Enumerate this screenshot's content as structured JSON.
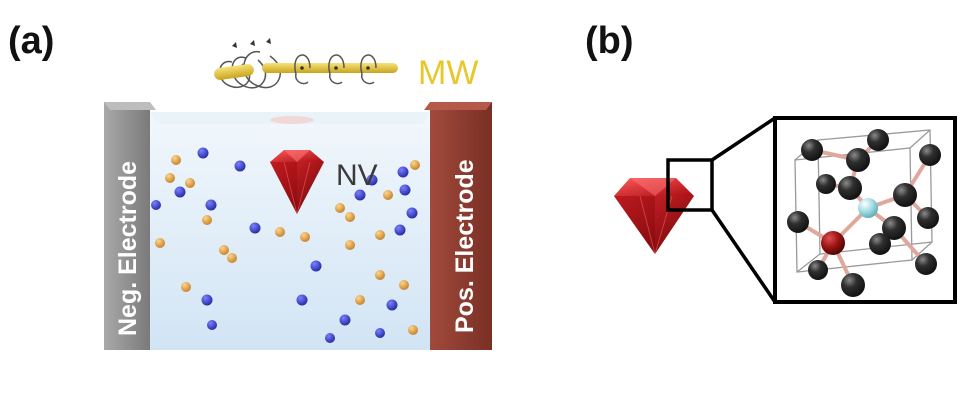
{
  "figure": {
    "panel_a": {
      "label": "(a)",
      "mw_label": "MW",
      "nv_label": "NV",
      "neg_electrode_label": "Neg. Electrode",
      "pos_electrode_label": "Pos. Electrode"
    },
    "panel_b": {
      "label": "(b)"
    }
  },
  "colors": {
    "mw": "#e8c72a",
    "neg_electrode": "#8a8a8a",
    "pos_electrode": "#8b3a2e",
    "liquid": "#dcecf8",
    "diamond": "#c0141a",
    "ion_blue": "#2f37c8",
    "ion_orange": "#d99a3a",
    "carbon": "#2a2a2a",
    "nitrogen": "#9fd6e0",
    "vacancy": "#a31515",
    "bond": "#d99a90"
  }
}
